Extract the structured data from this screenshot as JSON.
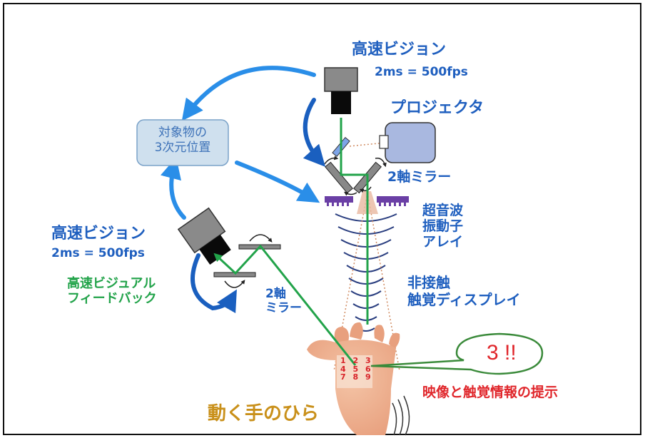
{
  "labels": {
    "vision_top": "高速ビジョン",
    "vision_top_spec": "2ms = 500fps",
    "projector": "プロジェクタ",
    "object_box": [
      "対象物の",
      "3次元位置"
    ],
    "mirror_top": "2軸ミラー",
    "transducer": [
      "超音波",
      "振動子",
      "アレイ"
    ],
    "vision_left": "高速ビジョン",
    "vision_left_spec": "2ms = 500fps",
    "feedback": [
      "高速ビジュアル",
      "フィードバック"
    ],
    "mirror_left": [
      "2軸",
      "ミラー"
    ],
    "display": [
      "非接触",
      "触覚ディスプレイ"
    ],
    "hand": "動く手のひら",
    "presentation": "映像と触覚情報の提示",
    "bubble": "3 !!",
    "grid": [
      "1 2 3",
      "4 5 6",
      "7 8 9"
    ]
  },
  "colors": {
    "blue": "#1f5fbf",
    "green": "#22a34a",
    "red": "#e0262b",
    "gold": "#c9901a",
    "arrow_blue": "#2a8ee8",
    "box_fill": "#cfe0ee"
  }
}
